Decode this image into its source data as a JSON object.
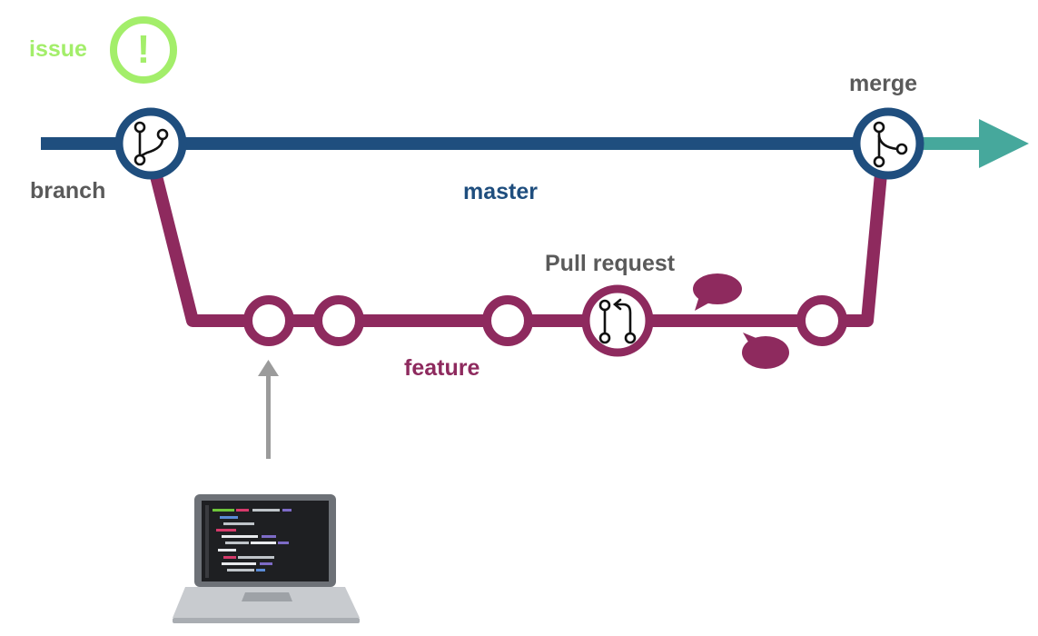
{
  "labels": {
    "issue": "issue",
    "issue_mark": "!",
    "branch": "branch",
    "master": "master",
    "merge": "merge",
    "pull_request": "Pull request",
    "feature": "feature"
  },
  "colors": {
    "master": "#1f4e7e",
    "feature": "#8e2a5e",
    "issue": "#a3ee6a",
    "arrow_out": "#46a89c",
    "gray_text": "#5a5a5a",
    "up_arrow": "#9b9b9b"
  },
  "icons": {
    "branch_node": "git-branch-icon",
    "merge_node": "git-merge-icon",
    "pr_node": "pull-request-icon",
    "laptop": "laptop-icon",
    "comment": "comment-bubble-icon"
  }
}
